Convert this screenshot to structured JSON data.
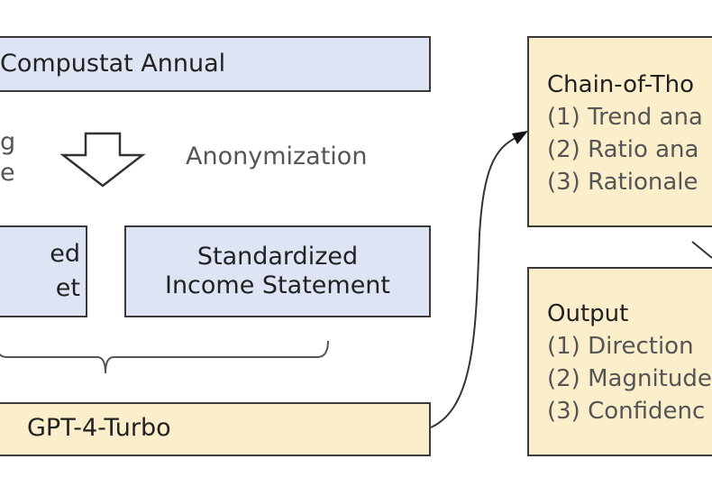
{
  "compustat": "Compustat Annual",
  "left_fragment_top": "g",
  "left_fragment_bottom": "e",
  "anonymization": "Anonymization",
  "left_box_line1": "ed",
  "left_box_line2": "et",
  "income_line1": "Standardized",
  "income_line2": "Income Statement",
  "gpt": "GPT-4-Turbo",
  "cot": {
    "title": "Chain-of-Tho",
    "items": [
      "(1)  Trend ana",
      "(2)  Ratio ana",
      "(3)  Rationale"
    ]
  },
  "output": {
    "title": "Output",
    "items": [
      "(1)  Direction",
      "(2)  Magnitude",
      "(3)  Confidenc"
    ]
  },
  "colors": {
    "input_fill": "#dde4f3",
    "model_fill": "#fbeecb",
    "border": "#3a3a3a"
  }
}
